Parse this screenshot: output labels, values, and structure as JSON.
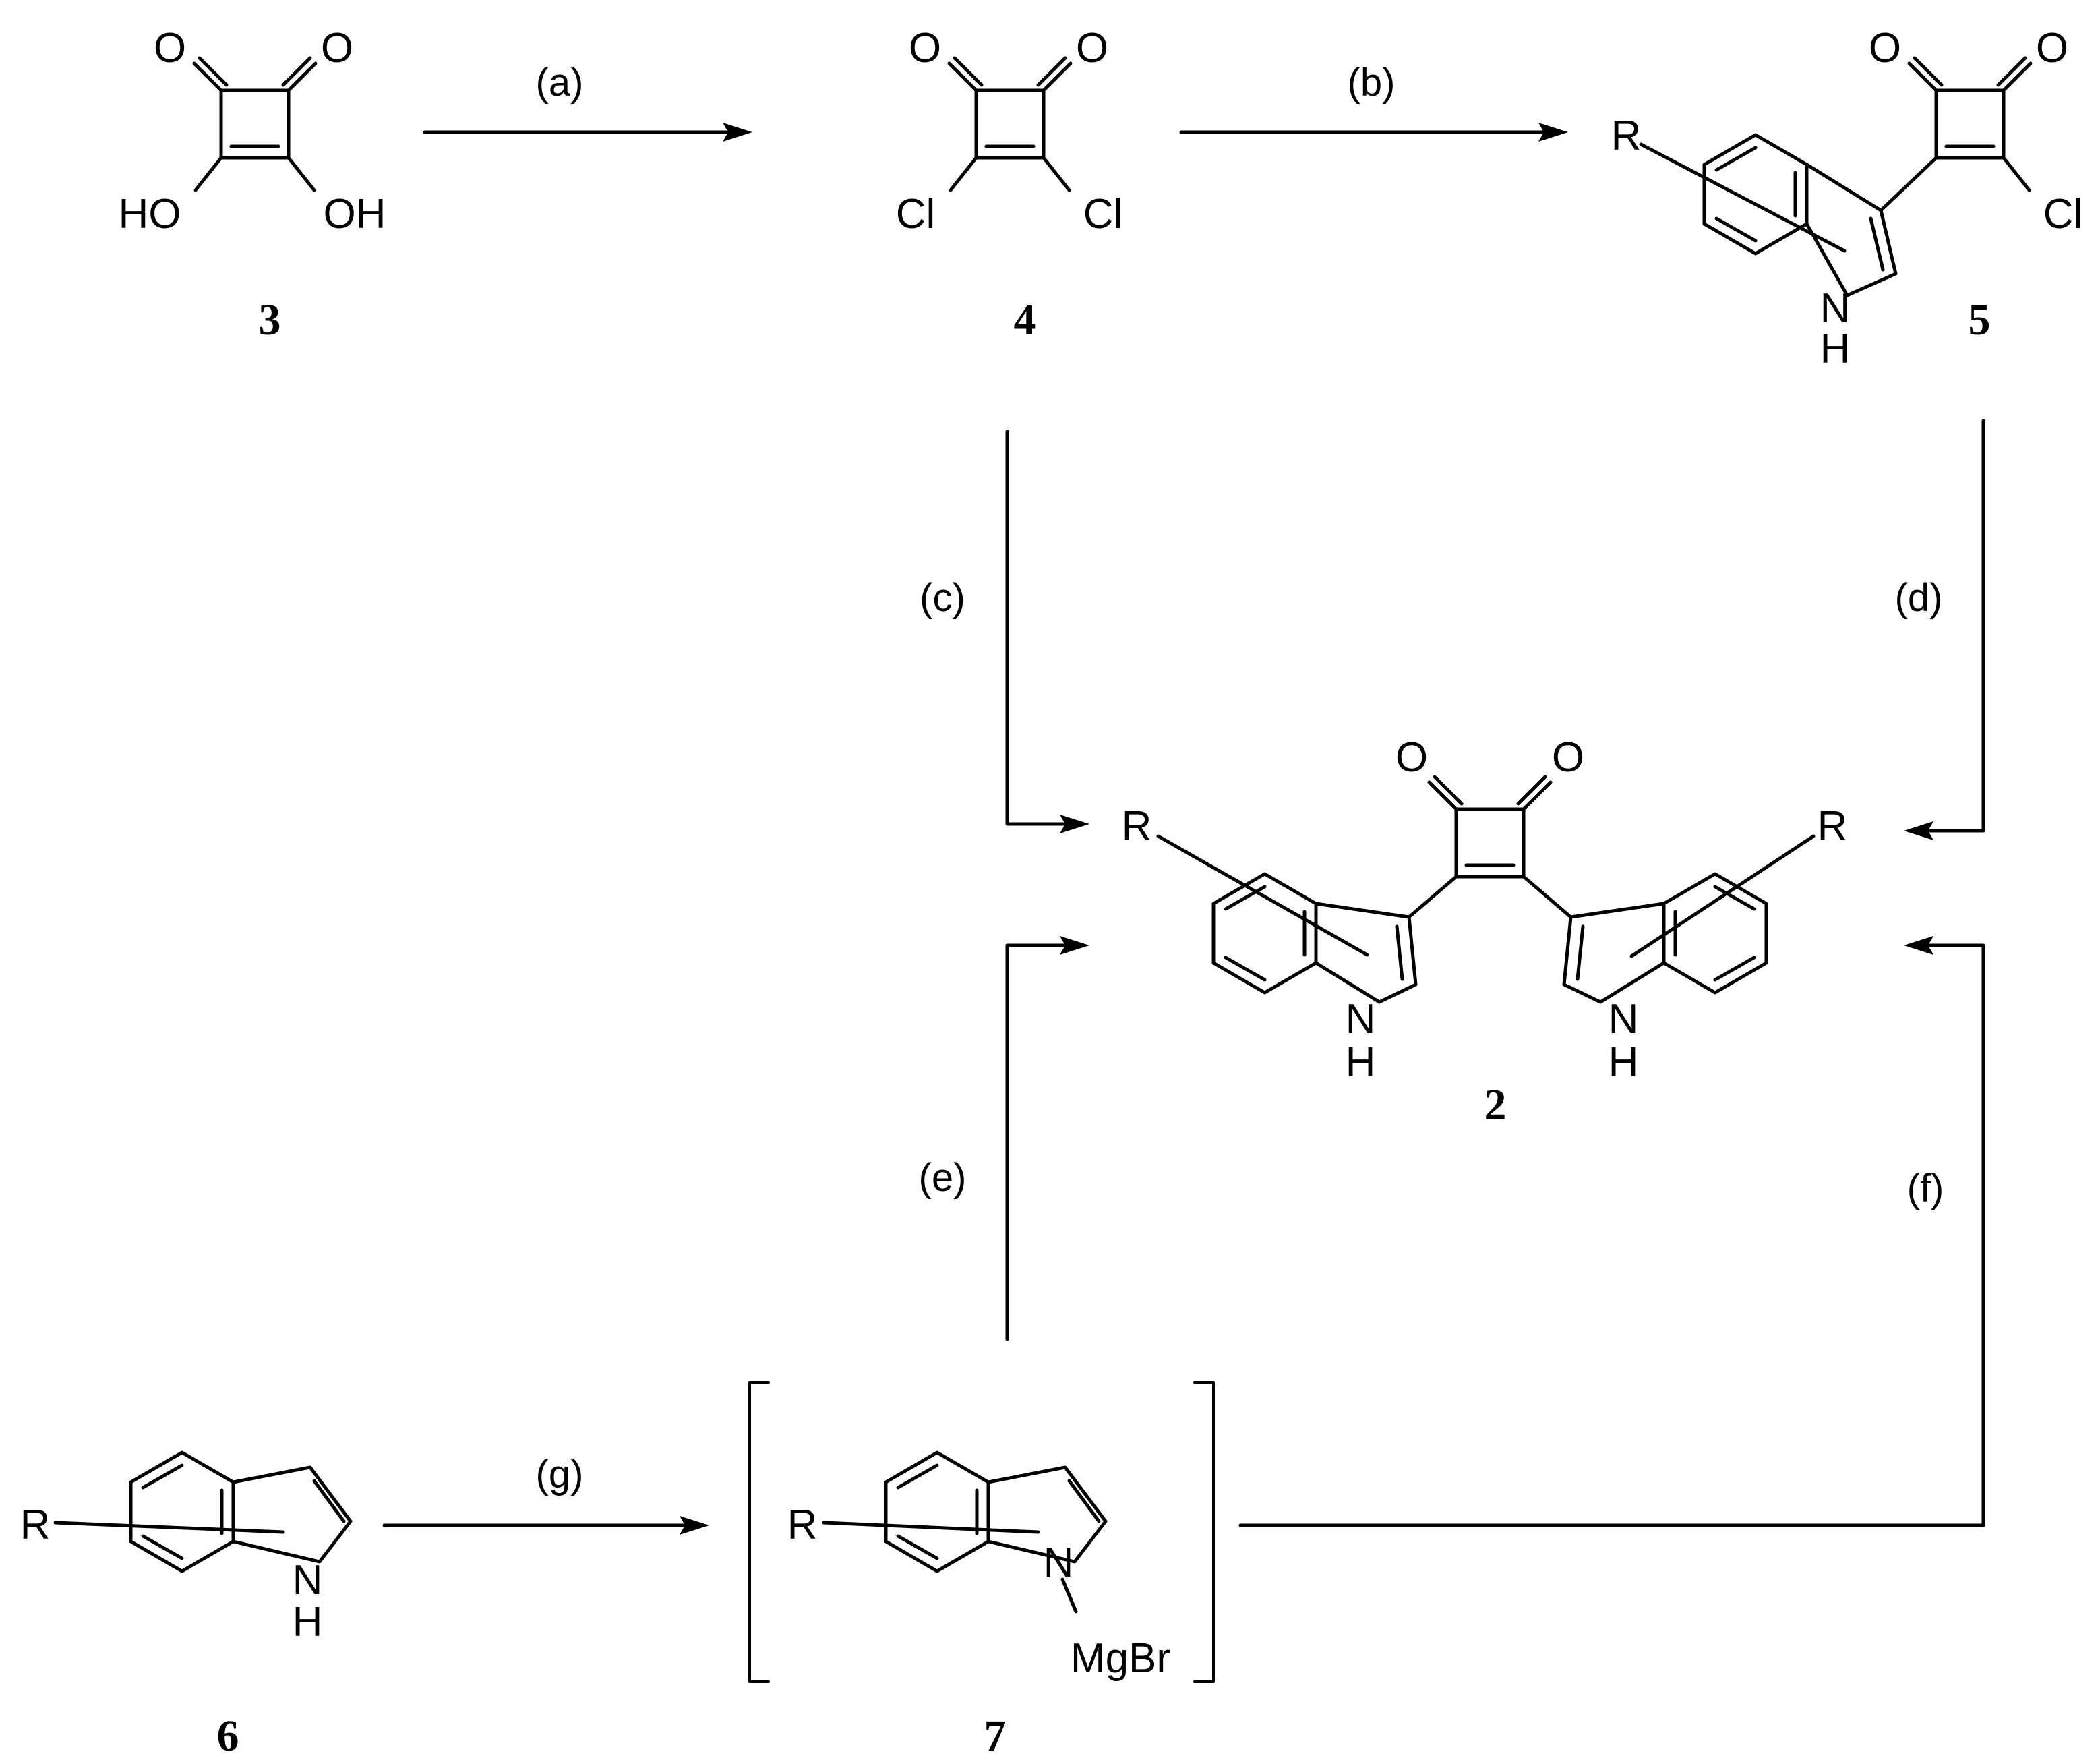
{
  "steps": {
    "a": "(a)",
    "b": "(b)",
    "c": "(c)",
    "d": "(d)",
    "e": "(e)",
    "f": "(f)",
    "g": "(g)"
  },
  "compounds": {
    "c3": "3",
    "c4": "4",
    "c5": "5",
    "c2": "2",
    "c6": "6",
    "c7": "7"
  },
  "atoms": {
    "O": "O",
    "HO": "HO",
    "OH": "OH",
    "Cl": "Cl",
    "R": "R",
    "N": "N",
    "H": "H",
    "MgBr": "MgBr"
  }
}
